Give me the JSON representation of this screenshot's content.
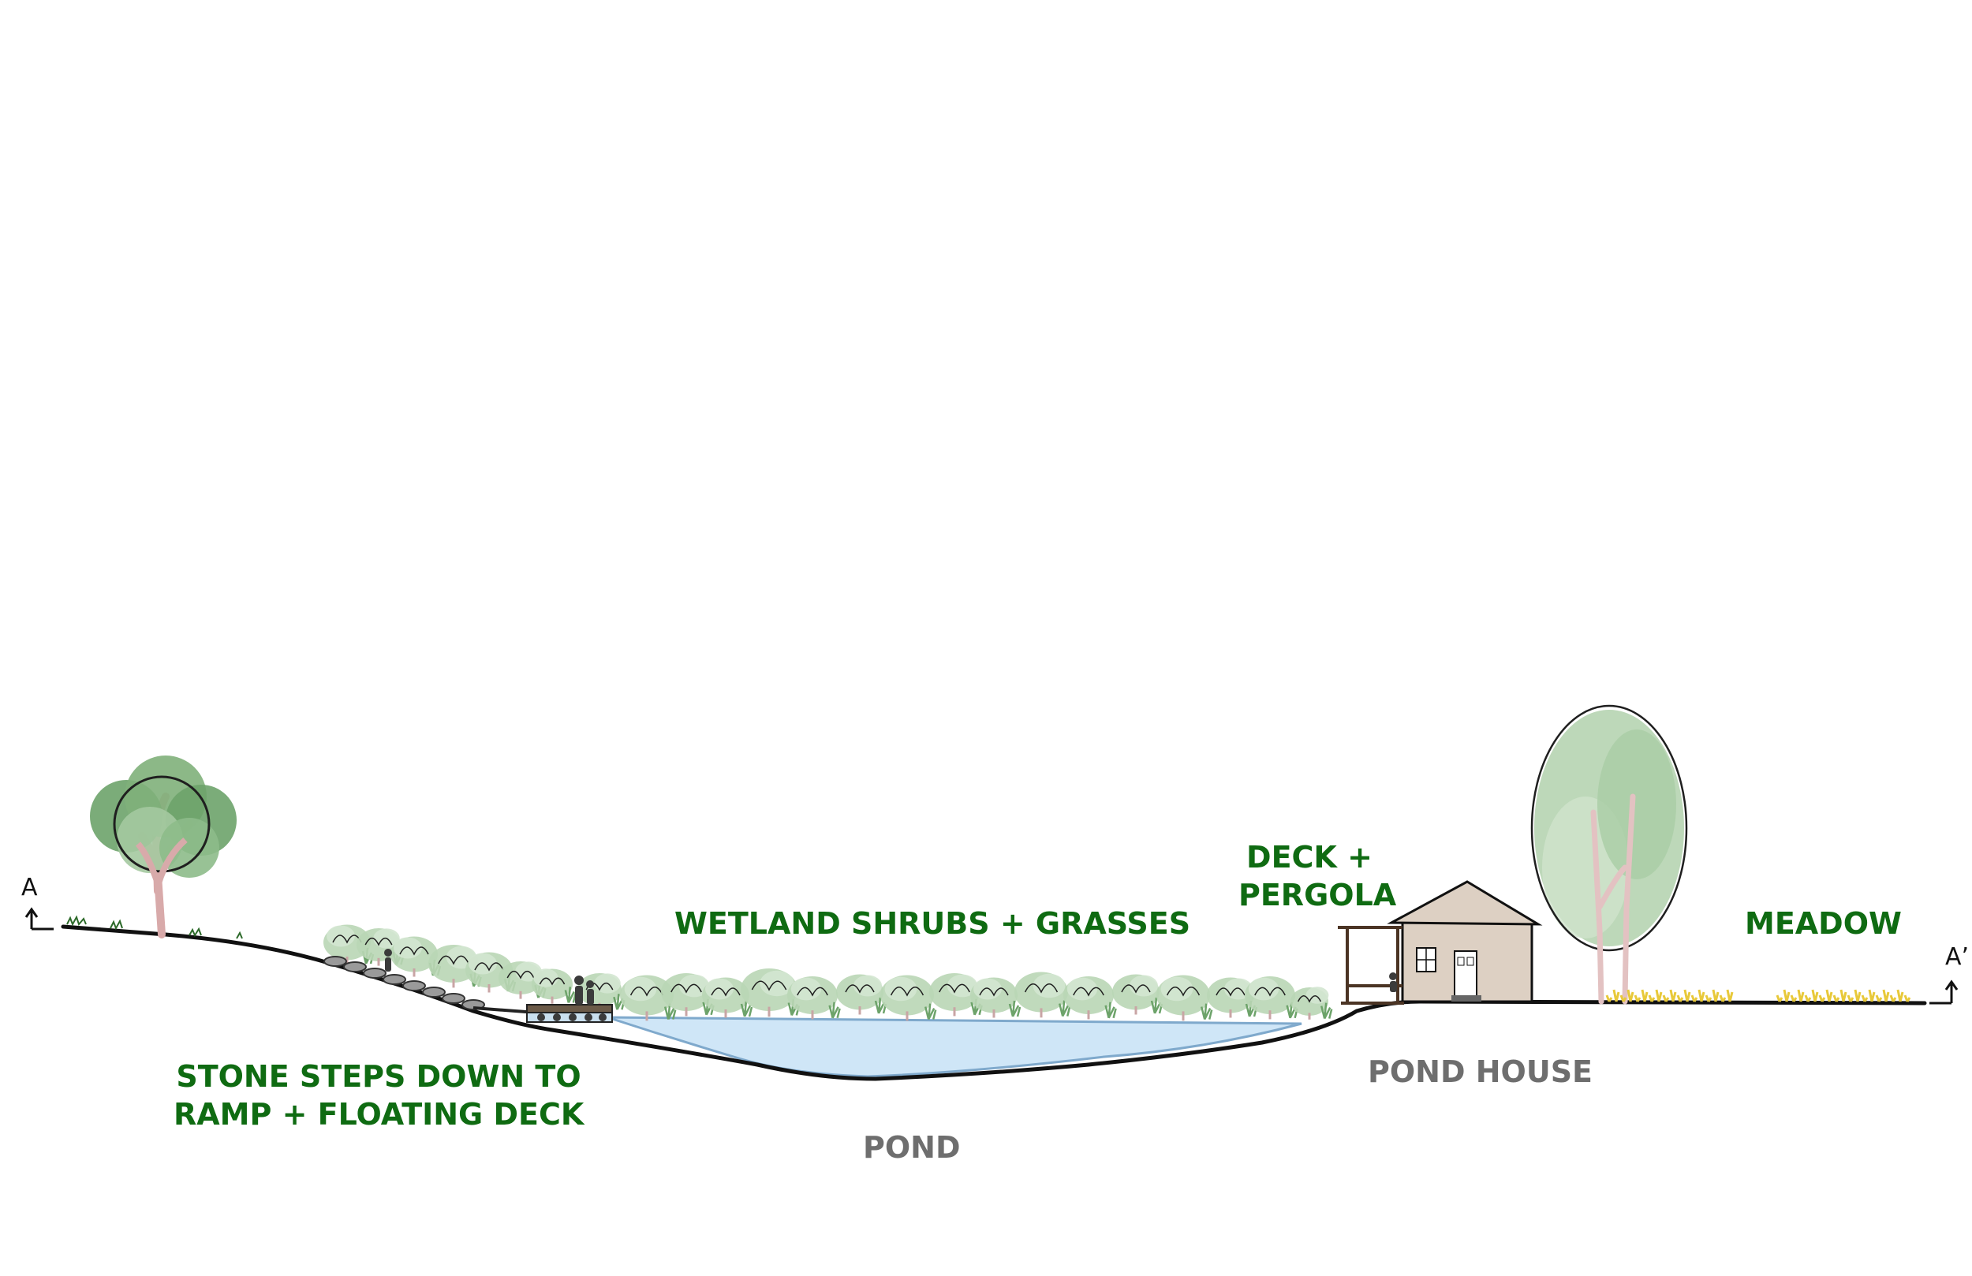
{
  "labels": {
    "wetland": "WETLAND SHRUBS + GRASSES",
    "deck_line1": "DECK +",
    "deck_line2": "PERGOLA",
    "meadow": "MEADOW",
    "steps_line1": "STONE STEPS DOWN TO",
    "steps_line2": "RAMP + FLOATING DECK",
    "pond": "POND",
    "pond_house": "POND HOUSE"
  },
  "section_markers": {
    "start": "A",
    "end": "A’"
  },
  "colors": {
    "label_green": "#0f6b12",
    "label_gray": "#6e6e6e",
    "water": "#cfe6f7",
    "foliage": "#b9d6b5",
    "foliage_dark": "#6da36a",
    "trunk": "#e3c2c2",
    "house": "#ddd0c3",
    "meadow_flowers": "#e8c93a"
  }
}
